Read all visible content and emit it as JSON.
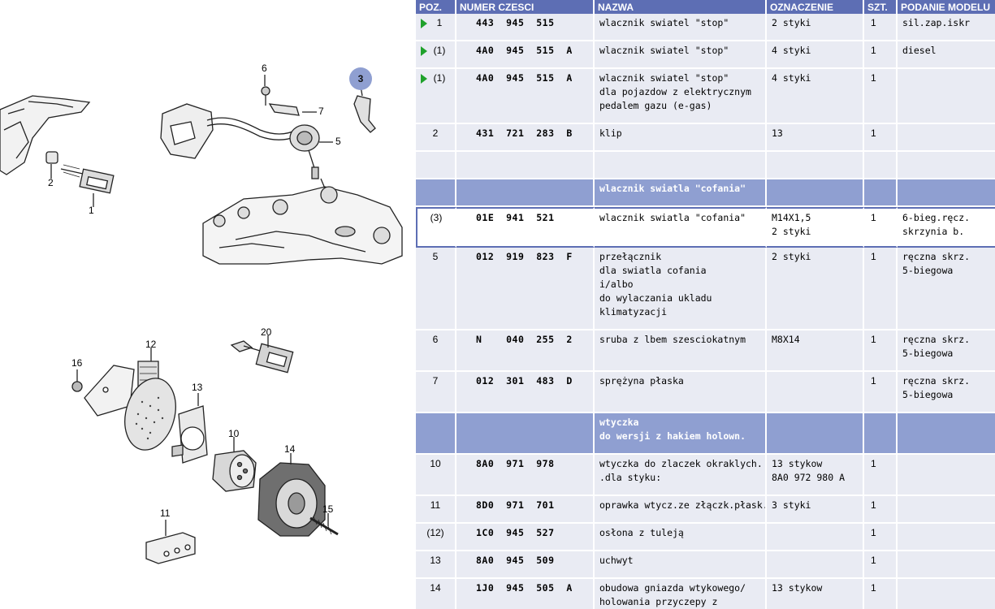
{
  "diagram": {
    "labels": {
      "p1": "1",
      "p2": "2",
      "p3": "3",
      "p5": "5",
      "p6": "6",
      "p7": "7",
      "p10": "10",
      "p11": "11",
      "p12": "12",
      "p13": "13",
      "p14": "14",
      "p15": "15",
      "p16": "16",
      "p20": "20"
    },
    "callout_color": "#8f9fd1"
  },
  "table": {
    "headers": [
      "POZ.",
      "NUMER CZESCI",
      "NAZWA",
      "OZNACZENIE",
      "SZT.",
      "PODANIE MODELU"
    ],
    "header_color": "#5d6eb4",
    "section_color": "#8f9fd1",
    "row_color": "#e9ebf3",
    "rows": [
      {
        "type": "item",
        "arrow": true,
        "poz": "1",
        "num": "443  945  515",
        "name": [
          "wlacznik swiatel \"stop\""
        ],
        "ozn": [
          "2 styki"
        ],
        "szt": "1",
        "pod": [
          "sil.zap.iskr"
        ]
      },
      {
        "type": "item",
        "arrow": true,
        "poz": "(1)",
        "num": "4A0  945  515  A",
        "name": [
          "wlacznik swiatel \"stop\""
        ],
        "ozn": [
          "4 styki"
        ],
        "szt": "1",
        "pod": [
          "diesel"
        ]
      },
      {
        "type": "item",
        "arrow": true,
        "poz": "(1)",
        "num": "4A0  945  515  A",
        "name": [
          "wlacznik swiatel \"stop\"",
          "dla pojazdow z elektrycznym",
          "pedalem gazu (e-gas)"
        ],
        "ozn": [
          "4 styki"
        ],
        "szt": "1",
        "pod": []
      },
      {
        "type": "item",
        "arrow": false,
        "poz": "2",
        "num": "431  721  283  B",
        "name": [
          "klip"
        ],
        "ozn": [
          "13"
        ],
        "szt": "1",
        "pod": []
      },
      {
        "type": "blank"
      },
      {
        "type": "section",
        "name": [
          "wlacznik swiatla \"cofania\""
        ]
      },
      {
        "type": "item",
        "highlight": true,
        "arrow": false,
        "poz": "(3)",
        "num": "01E  941  521",
        "name": [
          "wlacznik swiatla \"cofania\""
        ],
        "ozn": [
          "M14X1,5",
          "2 styki"
        ],
        "szt": "1",
        "pod": [
          "6-bieg.ręcz.",
          "skrzynia b."
        ]
      },
      {
        "type": "item",
        "arrow": false,
        "poz": "5",
        "num": "012  919  823  F",
        "name": [
          "przełącznik",
          "dla swiatla cofania",
          "i/albo",
          "do wylaczania ukladu",
          "klimatyzacji"
        ],
        "ozn": [
          "2 styki"
        ],
        "szt": "1",
        "pod": [
          "ręczna skrz.",
          "5-biegowa"
        ]
      },
      {
        "type": "item",
        "arrow": false,
        "poz": "6",
        "num": "N    040  255  2",
        "name": [
          "sruba  z lbem szesciokatnym"
        ],
        "ozn": [
          "M8X14"
        ],
        "szt": "1",
        "pod": [
          "ręczna skrz.",
          "5-biegowa"
        ]
      },
      {
        "type": "item",
        "arrow": false,
        "poz": "7",
        "num": "012  301  483  D",
        "name": [
          "sprężyna płaska"
        ],
        "ozn": [],
        "szt": "1",
        "pod": [
          "ręczna skrz.",
          "5-biegowa"
        ]
      },
      {
        "type": "section",
        "name": [
          "wtyczka",
          "do wersji z hakiem holown."
        ]
      },
      {
        "type": "item",
        "arrow": false,
        "poz": "10",
        "num": "8A0  971  978",
        "name": [
          "wtyczka do zlaczek okraklych.",
          ".dla styku:"
        ],
        "ozn": [
          "13 stykow",
          "8A0 972 980 A"
        ],
        "szt": "1",
        "pod": []
      },
      {
        "type": "item",
        "arrow": false,
        "poz": "11",
        "num": "8D0  971  701",
        "name": [
          "oprawka wtycz.ze złączk.płask."
        ],
        "ozn": [
          "3 styki"
        ],
        "szt": "1",
        "pod": []
      },
      {
        "type": "item",
        "arrow": false,
        "poz": "(12)",
        "num": "1C0  945  527",
        "name": [
          "osłona z tuleją"
        ],
        "ozn": [],
        "szt": "1",
        "pod": []
      },
      {
        "type": "item",
        "arrow": false,
        "poz": "13",
        "num": "8A0  945  509",
        "name": [
          "uchwyt"
        ],
        "ozn": [],
        "szt": "1",
        "pod": []
      },
      {
        "type": "item",
        "arrow": false,
        "poz": "14",
        "num": "1J0  945  505  A",
        "name": [
          "obudowa gniazda wtykowego/",
          "holowania przyczepy z"
        ],
        "ozn": [
          "13 stykow"
        ],
        "szt": "1",
        "pod": []
      }
    ]
  }
}
